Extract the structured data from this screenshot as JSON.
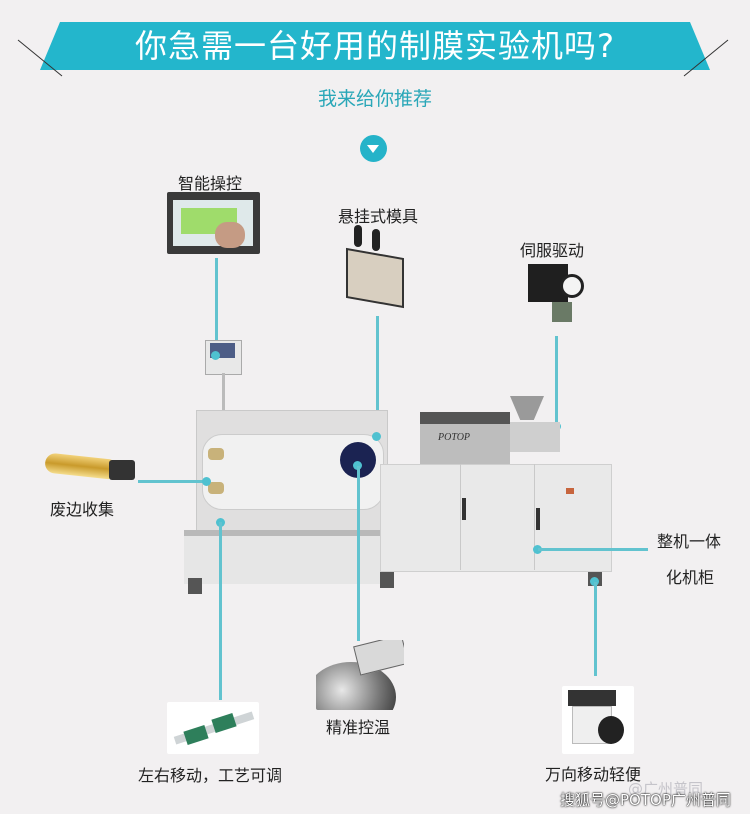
{
  "header": {
    "title": "你急需一台好用的制膜实验机吗?",
    "subtitle": "我来给你推荐",
    "scroll_down_icon": "chevron-down-circle-icon",
    "accent_color": "#25b3c9"
  },
  "machine": {
    "brand_plate": "POTOP"
  },
  "features": [
    {
      "label": "智能操控",
      "image": "touchscreen-panel"
    },
    {
      "label": "悬挂式模具",
      "image": "hanging-die"
    },
    {
      "label": "伺服驱动",
      "image": "servo-motor"
    },
    {
      "label": "废边收集",
      "image": "edge-trim-roller"
    },
    {
      "label": "整机一体",
      "label2": "化机柜",
      "image": "integrated-cabinet"
    },
    {
      "label": "左右移动，工艺可调",
      "image": "linear-guide-rail"
    },
    {
      "label": "精准控温",
      "image": "band-heater"
    },
    {
      "label": "万向移动轻便",
      "image": "caster-wheel"
    }
  ],
  "watermark": {
    "faint": "@广州普同",
    "main": "搜狐号@POTOP广州普同"
  }
}
